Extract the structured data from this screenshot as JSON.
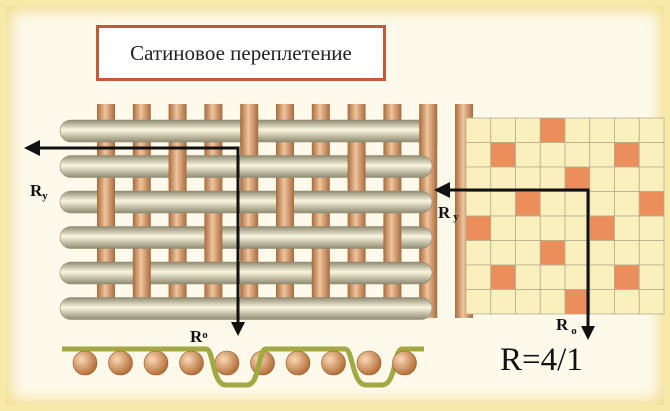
{
  "title": "Сатиновое переплетение",
  "weave": {
    "repeat_size": 5,
    "warp_threads": 11,
    "weft_rows": 6,
    "warp_on_top": [
      [
        0,
        2
      ],
      [
        1,
        4
      ],
      [
        2,
        1
      ],
      [
        3,
        3
      ],
      [
        4,
        0
      ],
      [
        5,
        2
      ],
      [
        6,
        4
      ],
      [
        7,
        1
      ],
      [
        8,
        3
      ],
      [
        9,
        0
      ],
      [
        10,
        2
      ]
    ],
    "colors": {
      "warp": "#d39a6a",
      "weft": "#e5dcb8",
      "cross_section": "#d38e5a",
      "cross_line": "#a2a842"
    }
  },
  "grid": {
    "rows": 8,
    "cols": 8,
    "filled": [
      [
        0,
        3
      ],
      [
        1,
        1
      ],
      [
        1,
        6
      ],
      [
        2,
        4
      ],
      [
        3,
        2
      ],
      [
        3,
        7
      ],
      [
        4,
        0
      ],
      [
        4,
        5
      ],
      [
        5,
        3
      ],
      [
        6,
        1
      ],
      [
        6,
        6
      ],
      [
        7,
        4
      ]
    ],
    "colors": {
      "empty": "#faf0be",
      "filled": "#ec8e5c",
      "line": "#b5ae8c"
    }
  },
  "labels": {
    "ry_left": "R",
    "ry_left_sub": "у",
    "ro_left": "R",
    "ro_left_sub": "о",
    "ry_right": "R",
    "ry_right_sub": "у",
    "ro_right": "R",
    "ro_right_sub": "о",
    "ratio": "R=4/1"
  }
}
